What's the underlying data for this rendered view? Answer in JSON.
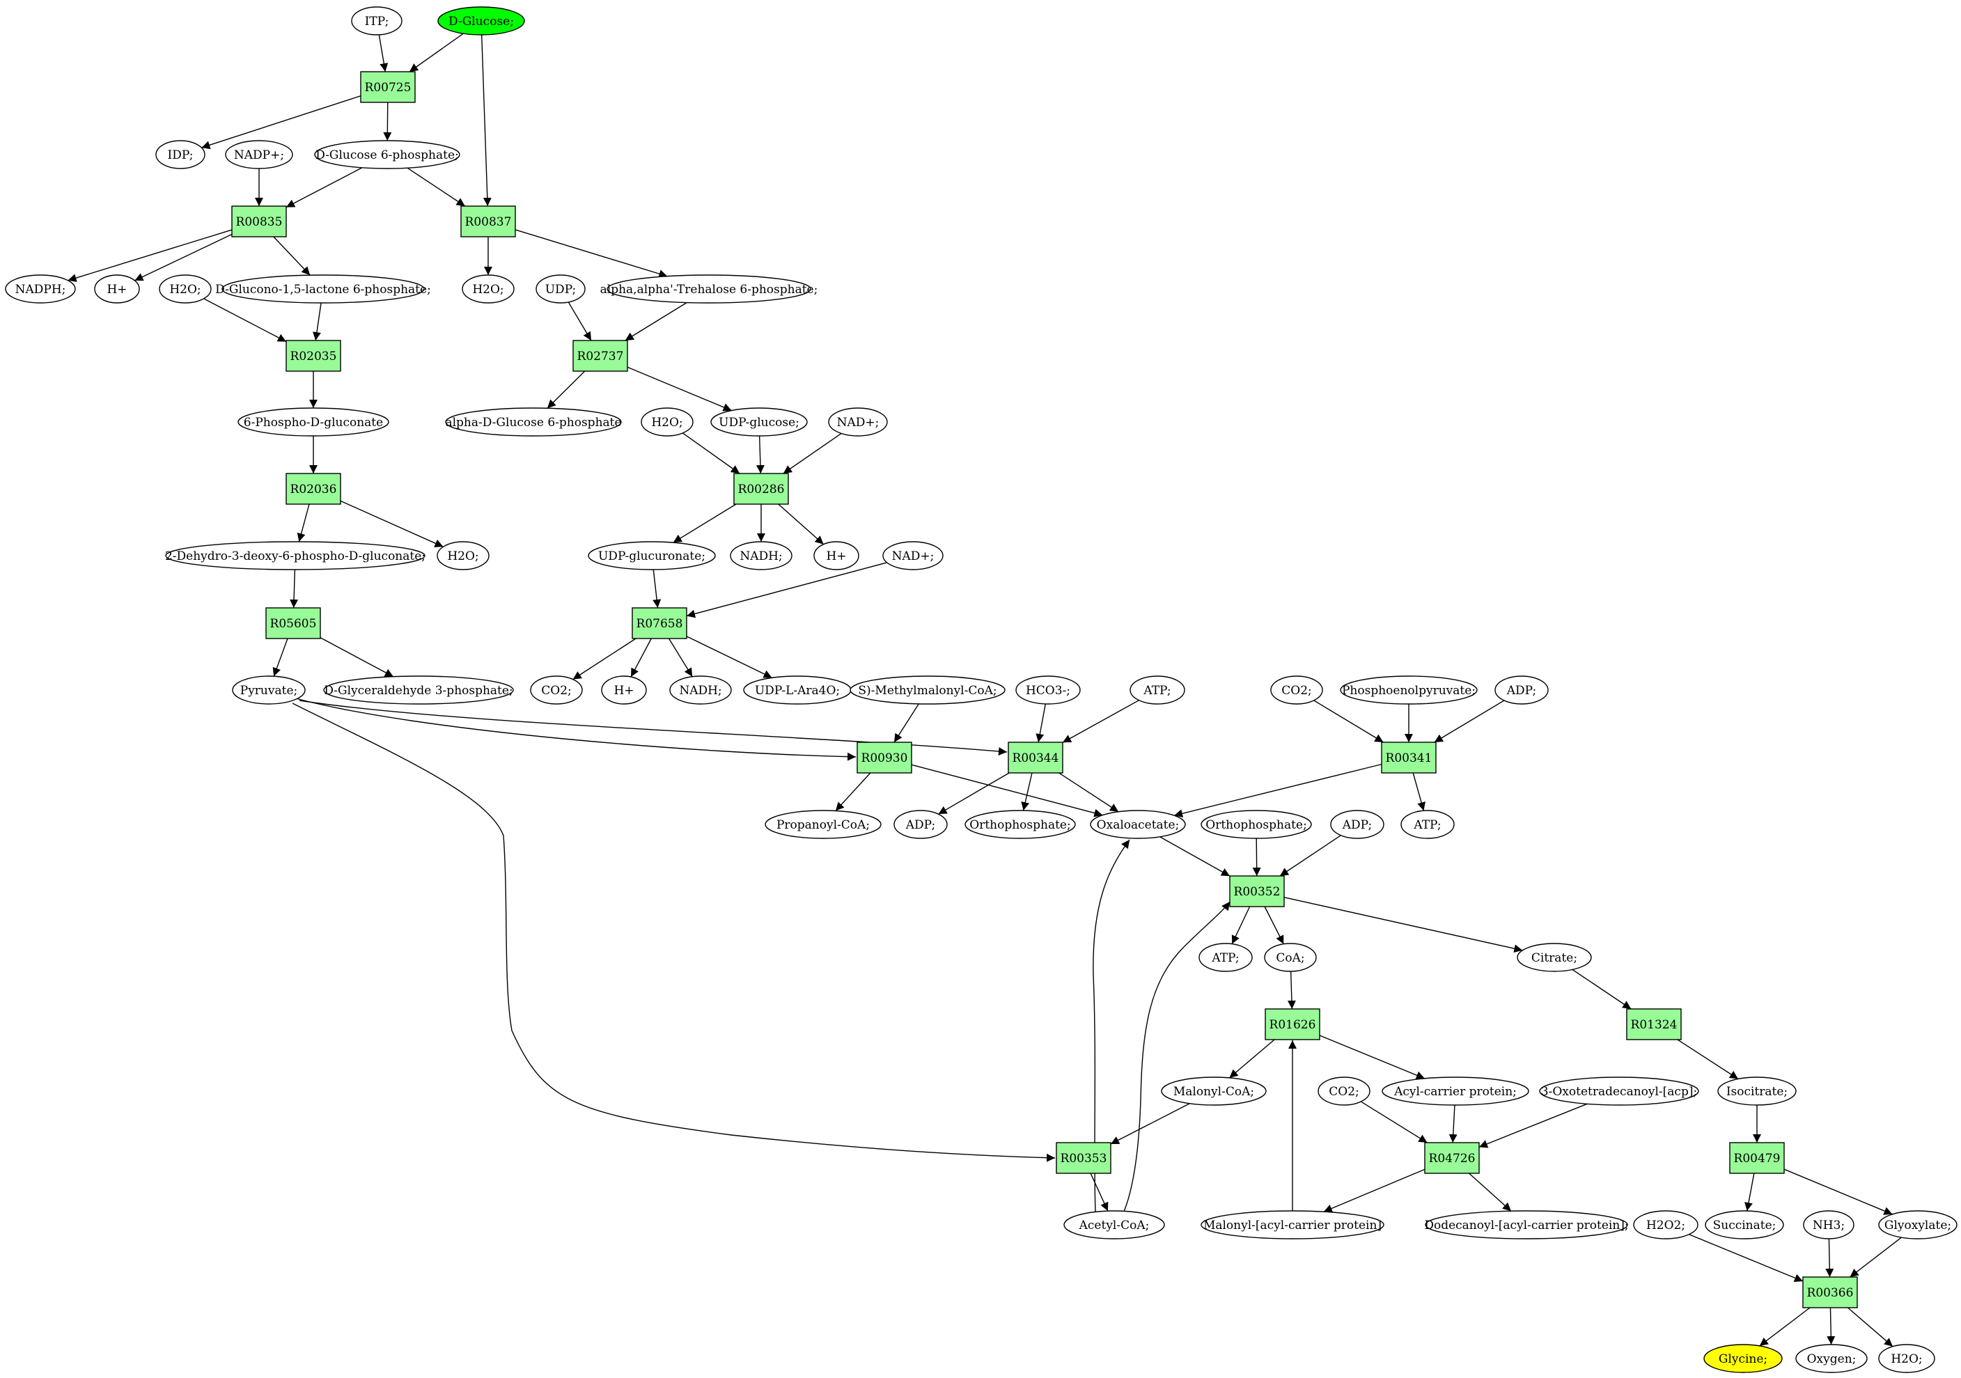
{
  "colors": {
    "reaction_fill": "#98fb98",
    "start_fill": "#00ff00",
    "target_fill": "#ffff00",
    "compound_fill": "#ffffff",
    "stroke": "#000000"
  },
  "nodes": {
    "ITP": "ITP;",
    "DGLC": "D-Glucose;",
    "R00725": "R00725",
    "IDP": "IDP;",
    "NADP": "NADP+;",
    "DG6P": "D-Glucose 6-phosphate;",
    "R00835": "R00835",
    "R00837": "R00837",
    "NADPH": "NADPH;",
    "HP1": "H+",
    "H2O_1": "H2O;",
    "DGL15": "D-Glucono-1,5-lactone 6-phosphate;",
    "H2O_2": "H2O;",
    "UDP": "UDP;",
    "TRE6P": "alpha,alpha'-Trehalose 6-phosphate;",
    "R02035": "R02035",
    "R02737": "R02737",
    "P6DG": "6-Phospho-D-gluconate",
    "AG6P": "alpha-D-Glucose 6-phosphate",
    "H2O_3": "H2O;",
    "UDPGLC": "UDP-glucose;",
    "NAD1": "NAD+;",
    "R02036": "R02036",
    "R00286": "R00286",
    "DH3D": "2-Dehydro-3-deoxy-6-phospho-D-gluconate;",
    "H2O_4": "H2O;",
    "UDPGLCA": "UDP-glucuronate;",
    "NADH1": "NADH;",
    "HP2": "H+",
    "NAD2": "NAD+;",
    "R05605": "R05605",
    "R07658": "R07658",
    "PYR": "Pyruvate;",
    "GAP": "D-Glyceraldehyde 3-phosphate;",
    "CO2_1": "CO2;",
    "HP3": "H+",
    "NADH2": "NADH;",
    "UDPARA": "UDP-L-Ara4O;",
    "SMMCOA": "S)-Methylmalonyl-CoA;",
    "HCO3": "HCO3-;",
    "ATP1": "ATP;",
    "CO2_2": "CO2;",
    "PEP": "Phosphoenolpyruvate;",
    "ADP1": "ADP;",
    "R00930": "R00930",
    "R00344": "R00344",
    "R00341": "R00341",
    "PROPCOA": "Propanoyl-CoA;",
    "ADP2": "ADP;",
    "PI1": "Orthophosphate;",
    "OAA": "Oxaloacetate;",
    "PI2": "Orthophosphate;",
    "ADP3": "ADP;",
    "ATP2": "ATP;",
    "R00352": "R00352",
    "ATP3": "ATP;",
    "COA": "CoA;",
    "CIT": "Citrate;",
    "R01626": "R01626",
    "R01324": "R01324",
    "MALCOA": "Malonyl-CoA;",
    "CO2_3": "CO2;",
    "ACP": "Acyl-carrier protein;",
    "OXOACP": "3-Oxotetradecanoyl-[acp];",
    "ICIT": "Isocitrate;",
    "R00353": "R00353",
    "R04726": "R04726",
    "R00479": "R00479",
    "ACCOA": "Acetyl-CoA;",
    "MALACP": "Malonyl-[acyl-carrier protein]",
    "DODACP": "Dodecanoyl-[acyl-carrier protein];",
    "H2O2": "H2O2;",
    "SUCC": "Succinate;",
    "NH3": "NH3;",
    "GLX": "Glyoxylate;",
    "R00366": "R00366",
    "GLY": "Glycine;",
    "OXY": "Oxygen;",
    "H2O_5": "H2O;"
  }
}
